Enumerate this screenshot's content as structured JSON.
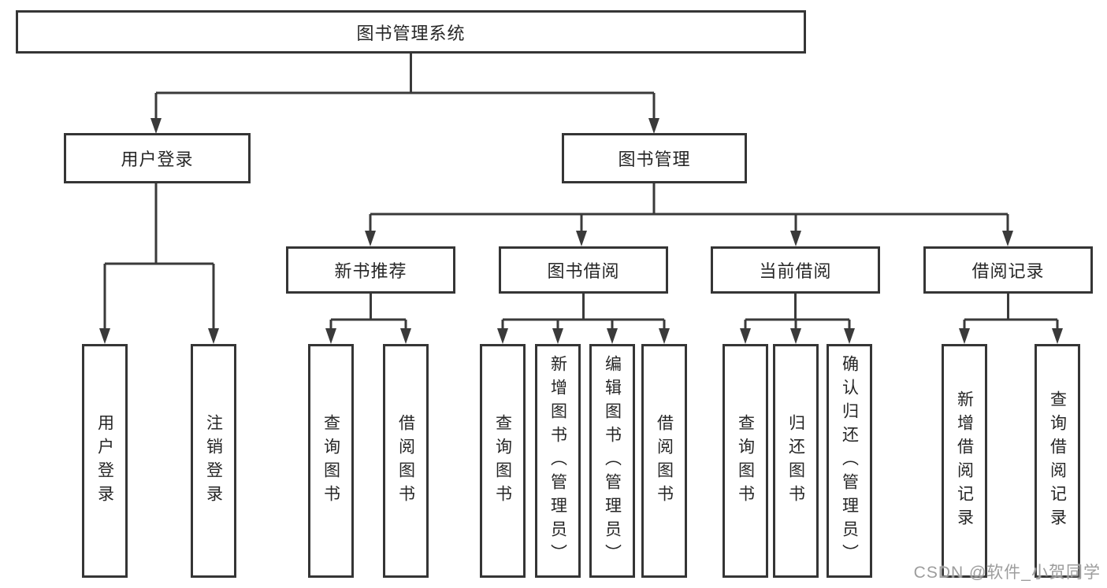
{
  "watermark": {
    "text": "CSDN @软件_小贺同学"
  },
  "colors": {
    "background": "#ffffff",
    "line": "#3a3a3a",
    "box_border": "#353535",
    "text": "#262626",
    "watermark": "#9d9d9d"
  },
  "tree": {
    "root": {
      "label": "图书管理系统",
      "children": [
        {
          "label": "用户登录",
          "children": [
            {
              "label": "用户登录"
            },
            {
              "label": "注销登录"
            }
          ]
        },
        {
          "label": "图书管理",
          "children": [
            {
              "label": "新书推荐",
              "children": [
                {
                  "label": "查询图书"
                },
                {
                  "label": "借阅图书"
                }
              ]
            },
            {
              "label": "图书借阅",
              "children": [
                {
                  "label": "查询图书"
                },
                {
                  "label": "新增图书（管理员）"
                },
                {
                  "label": "编辑图书（管理员）"
                },
                {
                  "label": "借阅图书"
                }
              ]
            },
            {
              "label": "当前借阅",
              "children": [
                {
                  "label": "查询图书"
                },
                {
                  "label": "归还图书"
                },
                {
                  "label": "确认归还（管理员）"
                }
              ]
            },
            {
              "label": "借阅记录",
              "children": [
                {
                  "label": "新增借阅记录"
                },
                {
                  "label": "查询借阅记录"
                }
              ]
            }
          ]
        }
      ]
    }
  }
}
